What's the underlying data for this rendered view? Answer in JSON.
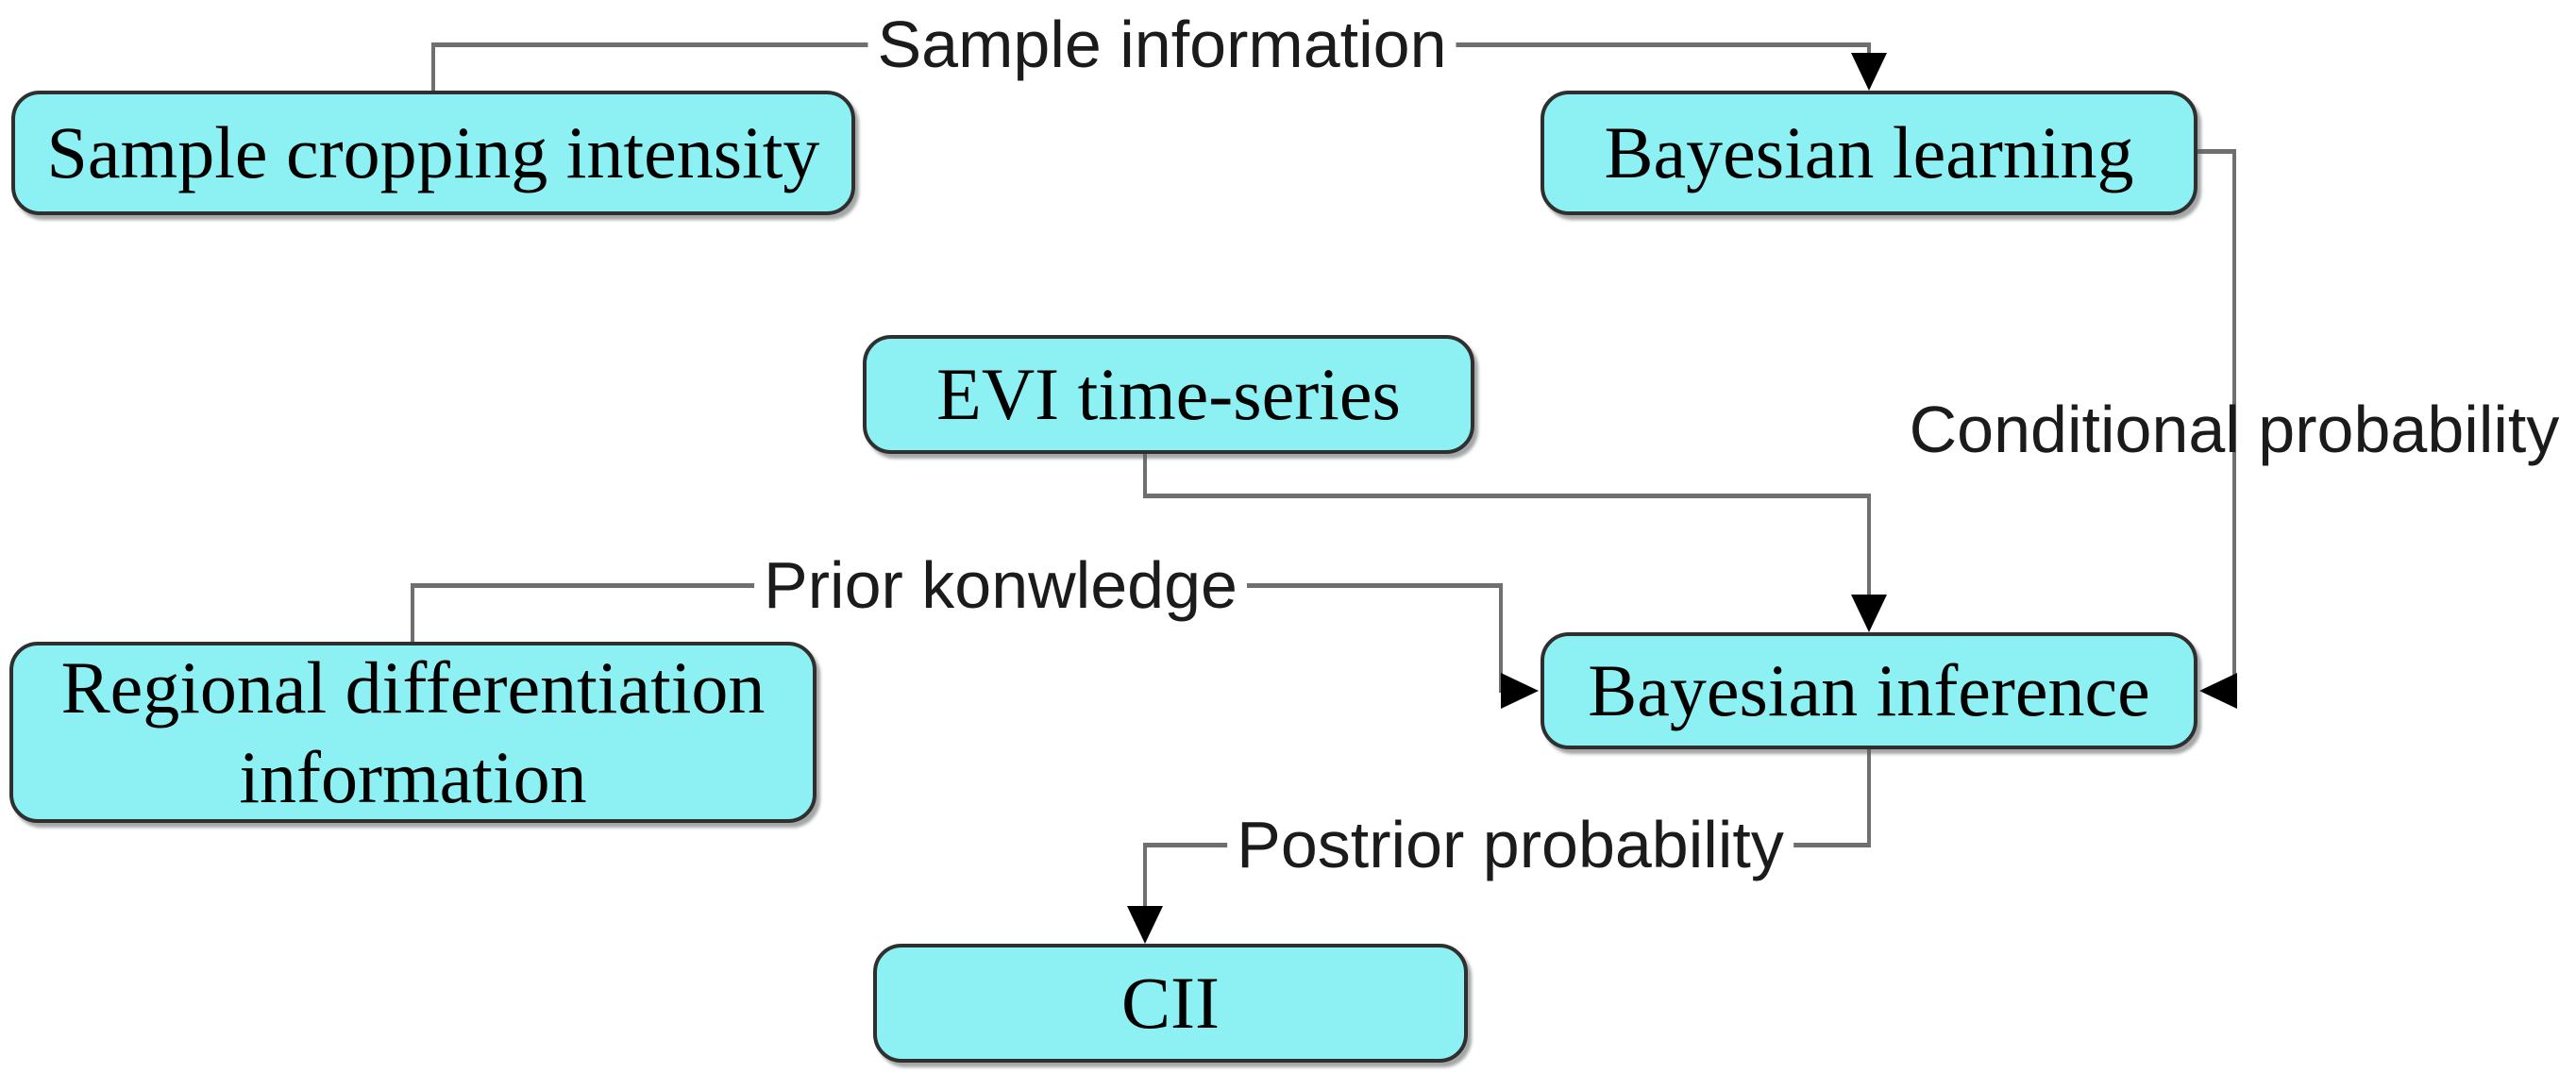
{
  "diagram": {
    "type": "flowchart",
    "background_color": "#ffffff",
    "nodes": [
      {
        "id": "sample-cropping-intensity",
        "label": "Sample cropping intensity"
      },
      {
        "id": "bayesian-learning",
        "label": "Bayesian learning"
      },
      {
        "id": "evi-time-series",
        "label": "EVI time-series"
      },
      {
        "id": "regional-differentiation-information",
        "label": "Regional differentiation information"
      },
      {
        "id": "bayesian-inference",
        "label": "Bayesian inference"
      },
      {
        "id": "cii",
        "label": "CII"
      }
    ],
    "edges": [
      {
        "from": "sample-cropping-intensity",
        "to": "bayesian-learning",
        "label": "Sample information"
      },
      {
        "from": "bayesian-learning",
        "to": "bayesian-inference",
        "label": "Conditional probability"
      },
      {
        "from": "evi-time-series",
        "to": "bayesian-inference",
        "label": ""
      },
      {
        "from": "regional-differentiation-information",
        "to": "bayesian-inference",
        "label": "Prior konwledge"
      },
      {
        "from": "bayesian-inference",
        "to": "cii",
        "label": "Postrior probability"
      }
    ],
    "colors": {
      "node_fill": "#8df0f2",
      "node_border": "#2f2f2f",
      "node_text": "#000000",
      "connector_line": "#6f6f6f",
      "arrowhead": "#000000",
      "edge_label_text": "#1b1b1b"
    }
  }
}
